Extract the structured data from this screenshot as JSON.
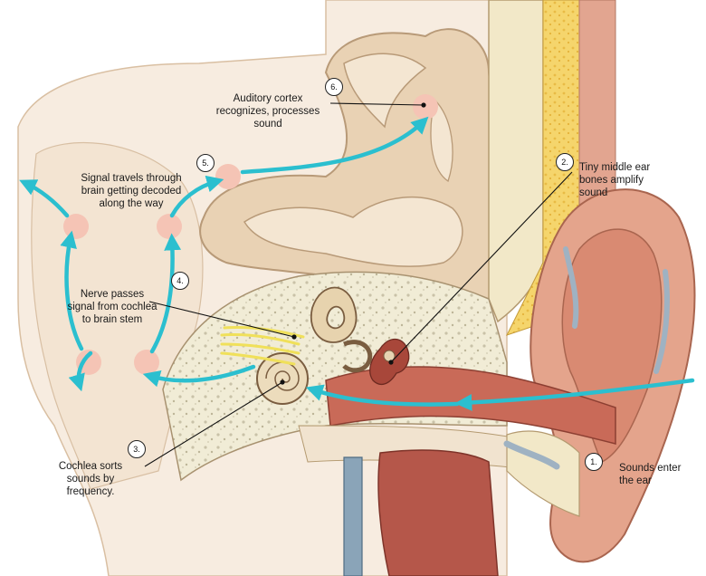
{
  "steps": [
    {
      "number": "1.",
      "label": "Sounds enter\nthe ear"
    },
    {
      "number": "2.",
      "label": "Tiny middle ear\nbones amplify\nsound"
    },
    {
      "number": "3.",
      "label": "Cochlea sorts\nsounds by\nfrequency."
    },
    {
      "number": "4.",
      "label": "Nerve passes\nsignal from cochlea\nto brain stem"
    },
    {
      "number": "5.",
      "label": "Signal travels through\nbrain getting decoded\nalong the way"
    },
    {
      "number": "6.",
      "label": "Auditory cortex\nrecognizes, processes\nsound"
    }
  ],
  "colors": {
    "signal_arrow": "#2bbfcf",
    "relay_node": "#f5c4b5",
    "brain_tissue": "#e9d2b4",
    "skin": "#d9977f",
    "bone": "#f2e8c8",
    "fat_layer": "#f4d36a",
    "canal": "#c96a58"
  }
}
